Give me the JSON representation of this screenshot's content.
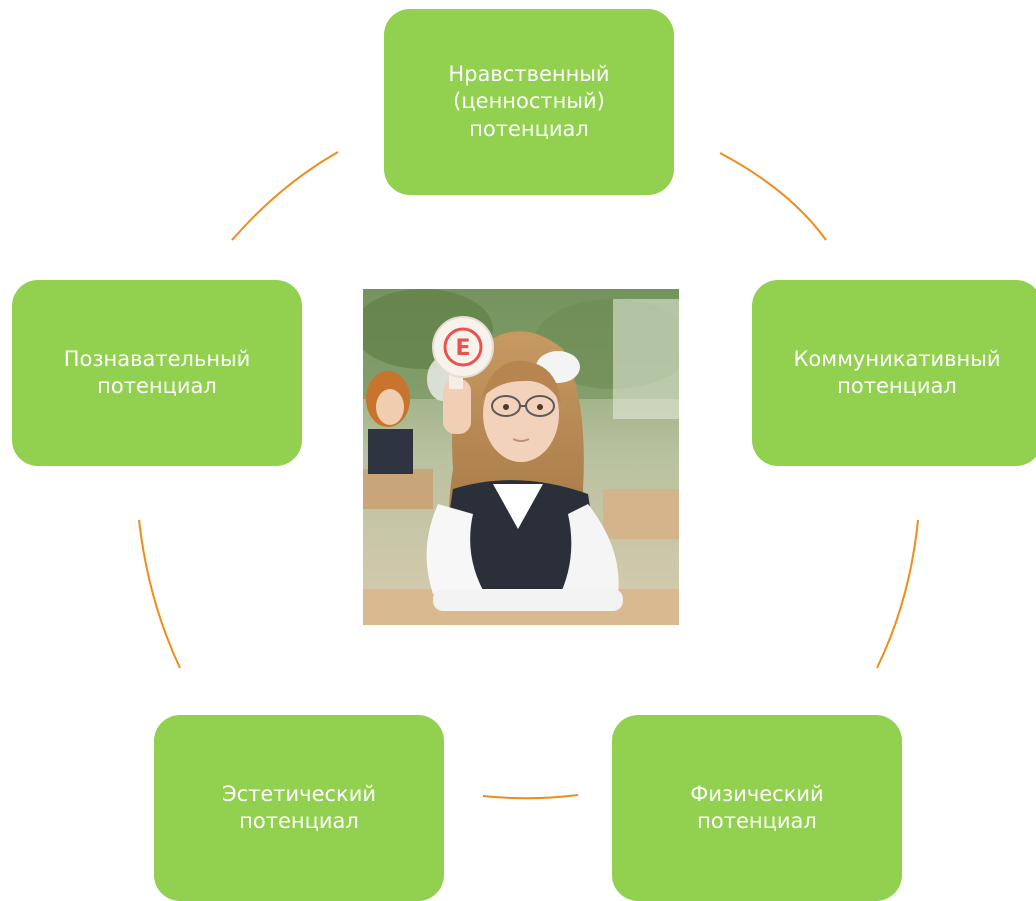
{
  "diagram": {
    "nodes": {
      "top": "Нравственный\n(ценностный)\nпотенциал",
      "left": "Познавательный\nпотенциал",
      "right": "Коммуникативный\nпотенциал",
      "bottom_left": "Эстетический\nпотенциал",
      "bottom_right": "Физический\nпотенциал"
    },
    "center_photo": {
      "card_letter": "E"
    }
  },
  "colors": {
    "node_fill": "#92d050",
    "node_text": "#ffffff",
    "connector": "#f08c1a",
    "card_letter": "#e8524f"
  }
}
